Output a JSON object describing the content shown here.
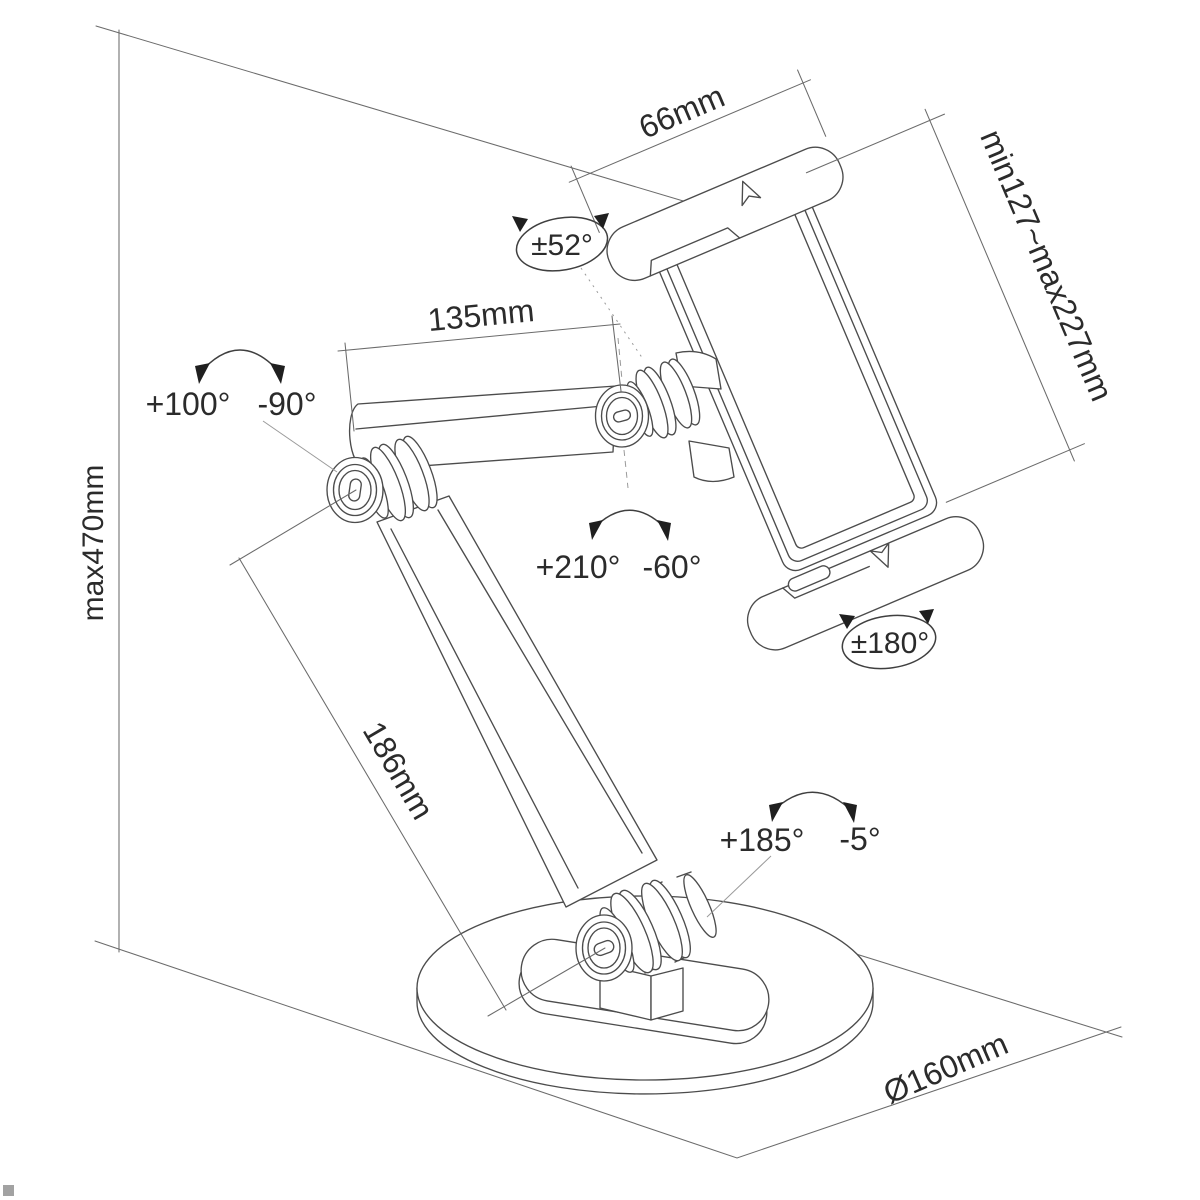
{
  "diagram": {
    "type": "technical-drawing",
    "subject": "articulating tablet stand with dimension and rotation annotations",
    "colors": {
      "background": "#ffffff",
      "line": "#4c4c4c",
      "dimension_line": "#6b6b6b",
      "text": "#2b2b2b",
      "leader": "#9a9a9a"
    },
    "dimensions": {
      "clamp_width": "66mm",
      "upper_arm_length": "135mm",
      "lower_arm_length": "186mm",
      "max_height": "max470mm",
      "holder_size_range": "min127~max227mm",
      "base_diameter": "Ø160mm"
    },
    "angles": {
      "holder_tilt": "±52°",
      "holder_rotation": "±180°",
      "elbow_joint": {
        "positive": "+100°",
        "negative": "-90°"
      },
      "middle_joint": {
        "positive": "+210°",
        "negative": "-60°"
      },
      "base_joint": {
        "positive": "+185°",
        "negative": "-5°"
      }
    },
    "icons": {
      "top_clamp_arrow": "up-arrow-icon",
      "bottom_clamp_arrow": "down-arrow-icon"
    }
  }
}
